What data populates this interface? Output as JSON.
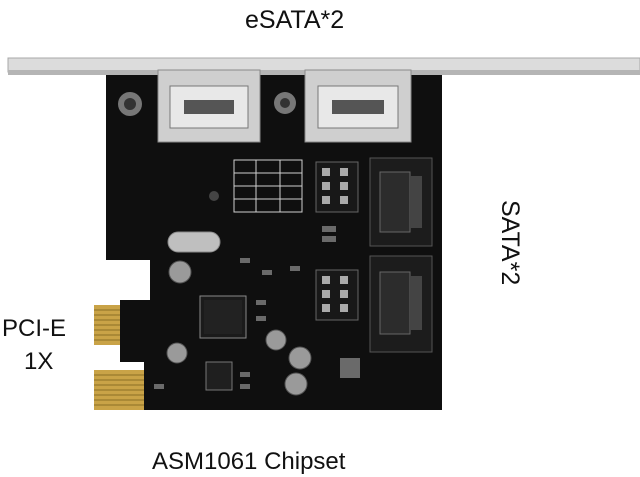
{
  "labels": {
    "esata": "eSATA*2",
    "sata": "SATA*2",
    "pcie_line1": "PCI-E",
    "pcie_line2": "1X",
    "chipset": "ASM1061 Chipset"
  },
  "colors": {
    "pcb": "#0e0e0e",
    "bracket": "#cfcfcf",
    "gold_fingers": "#c9a347",
    "connector": "#bdbdbd",
    "text": "#111111"
  }
}
